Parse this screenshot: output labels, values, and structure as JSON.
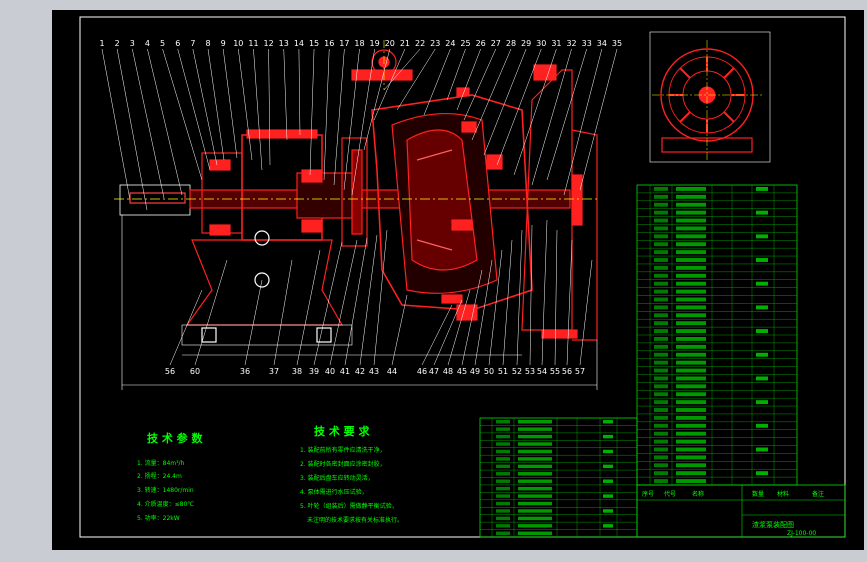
{
  "callouts_top": [
    "1",
    "2",
    "3",
    "4",
    "5",
    "6",
    "7",
    "8",
    "9",
    "10",
    "11",
    "12",
    "13",
    "14",
    "15",
    "16",
    "17",
    "18",
    "19",
    "20",
    "21",
    "22",
    "23",
    "24",
    "25",
    "26",
    "27",
    "28",
    "29",
    "30",
    "31",
    "32",
    "33",
    "34",
    "35"
  ],
  "callouts_bottom": [
    "56",
    "60",
    "36",
    "37",
    "38",
    "39",
    "40",
    "41",
    "42",
    "43",
    "44",
    "46",
    "47",
    "48",
    "45",
    "49",
    "50",
    "51",
    "52",
    "53",
    "54",
    "55",
    "56",
    "57"
  ],
  "tech_params": {
    "title": "技 术 参 数",
    "items": [
      "1. 流量：84m³/h",
      "2. 扬程：24.4m",
      "3. 转速：1480r/min",
      "4. 介质温度：≤80℃",
      "5. 功率：22kW"
    ]
  },
  "tech_req": {
    "title": "技 术 要 求",
    "items": [
      "1. 装配前所有零件应清洗干净，",
      "2. 装配时各密封面应涂密封胶，",
      "3. 装配后盘车应转动灵活，",
      "4. 泵体需进行水压试验，",
      "5. 叶轮（组装后）需做静平衡试验，",
      "未注明的技术要求按有关标准执行。"
    ]
  },
  "title_block": {
    "drawing_name": "渣浆泵装配图",
    "drawing_no": "ZJ-100-00",
    "headers": [
      "序号",
      "代号",
      "名称",
      "数量",
      "材料",
      "备注"
    ]
  },
  "colors": {
    "sheet": "#000000",
    "page": "#c9ccd3",
    "part_outline": "#ff2020",
    "dimension": "#ffffff",
    "table": "#00e000",
    "centerline": "#ffff00"
  }
}
